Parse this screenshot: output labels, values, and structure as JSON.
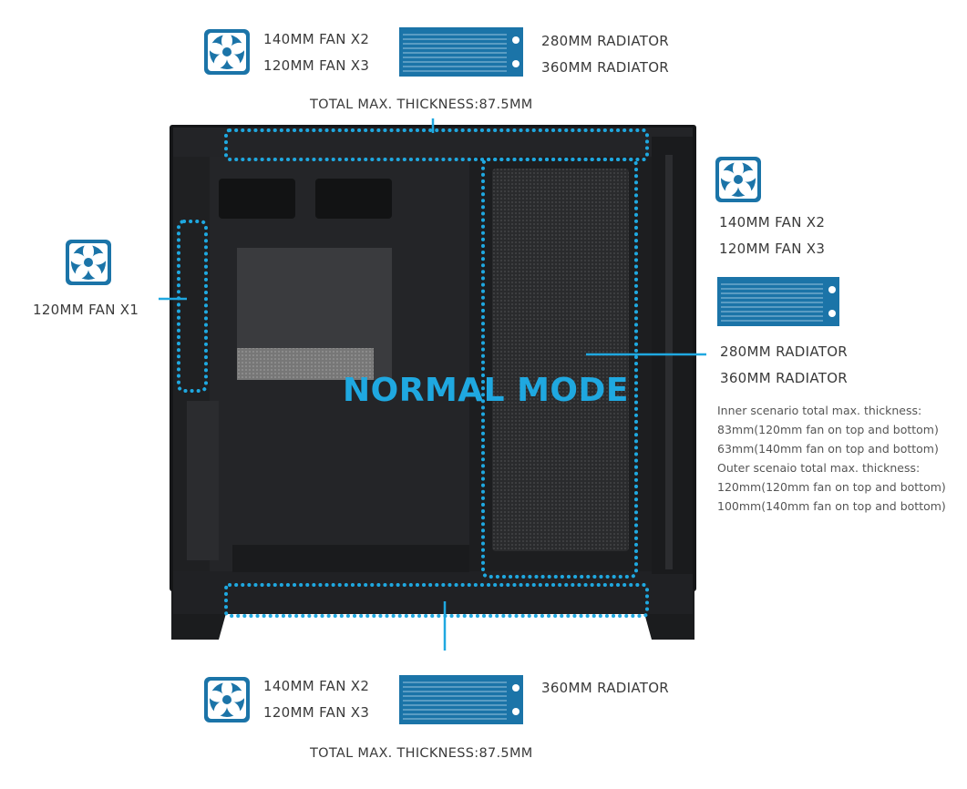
{
  "top": {
    "fan_lines": [
      "140MM FAN X2",
      "120MM FAN X3"
    ],
    "radiator_lines": [
      "280MM RADIATOR",
      "360MM RADIATOR"
    ],
    "thickness": "TOTAL MAX. THICKNESS:87.5MM"
  },
  "left": {
    "fan_line": "120MM FAN X1"
  },
  "right": {
    "fan_lines": [
      "140MM FAN X2",
      "120MM FAN X3"
    ],
    "radiator_lines": [
      "280MM RADIATOR",
      "360MM RADIATOR"
    ],
    "notes": [
      "Inner scenario total max. thickness:",
      "83mm(120mm fan on top and bottom)",
      "63mm(140mm fan on top and bottom)",
      "Outer scenaio total max. thickness:",
      "120mm(120mm fan on top and bottom)",
      "100mm(140mm fan on top and bottom)"
    ]
  },
  "bottom": {
    "fan_lines": [
      "140MM FAN X2",
      "120MM FAN X3"
    ],
    "radiator_line": "360MM RADIATOR",
    "thickness": "TOTAL MAX. THICKNESS:87.5MM"
  },
  "mode_label": "NORMAL MODE",
  "colors": {
    "accent": "#1fa8e0",
    "icon_blue": "#1b74a8",
    "case_dark": "#1e1f21"
  }
}
